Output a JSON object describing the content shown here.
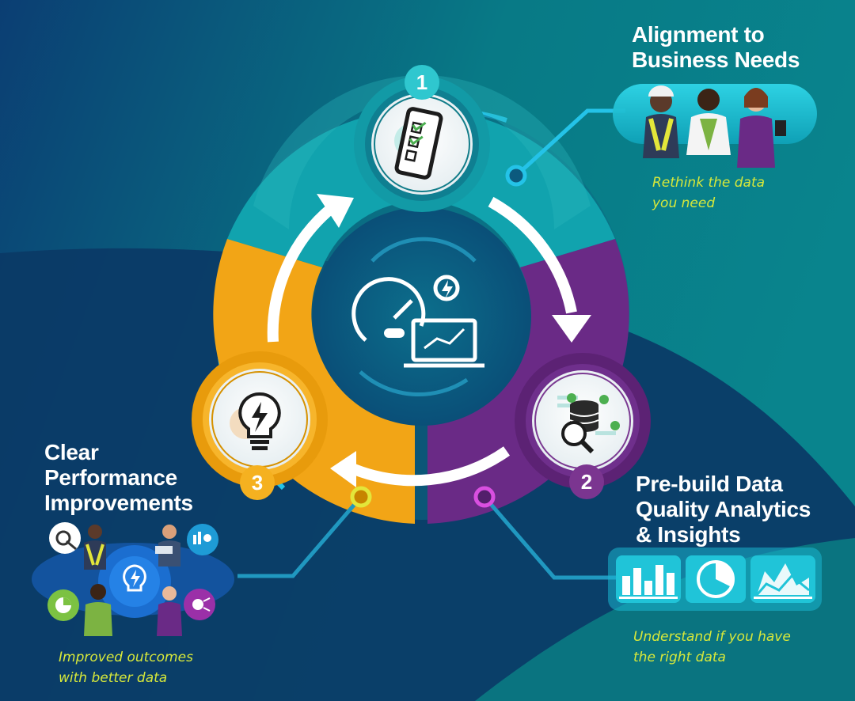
{
  "diagram": {
    "steps": [
      {
        "number": "1",
        "title_lines": [
          "Alignment to",
          "Business Needs"
        ],
        "caption_lines": [
          "Rethink the data",
          "you need"
        ],
        "color": "#13a3ad",
        "icon": "smartphone-checklist-icon"
      },
      {
        "number": "2",
        "title_lines": [
          "Pre-build Data",
          "Quality Analytics",
          "& Insights"
        ],
        "caption_lines": [
          "Understand if you have",
          "the right data"
        ],
        "color": "#6a2a86",
        "icon": "database-magnifier-icon"
      },
      {
        "number": "3",
        "title_lines": [
          "Clear",
          "Performance",
          "Improvements"
        ],
        "caption_lines": [
          "Improved outcomes",
          "with better data"
        ],
        "color": "#f2a516",
        "icon": "lightbulb-icon"
      }
    ],
    "center_icon": "speedometer-laptop-icon",
    "colors": {
      "teal": "#13a3ad",
      "purple": "#6a2a86",
      "gold": "#f2a516",
      "caption": "#d7e83a",
      "cyan_line": "#24c3e8"
    }
  }
}
